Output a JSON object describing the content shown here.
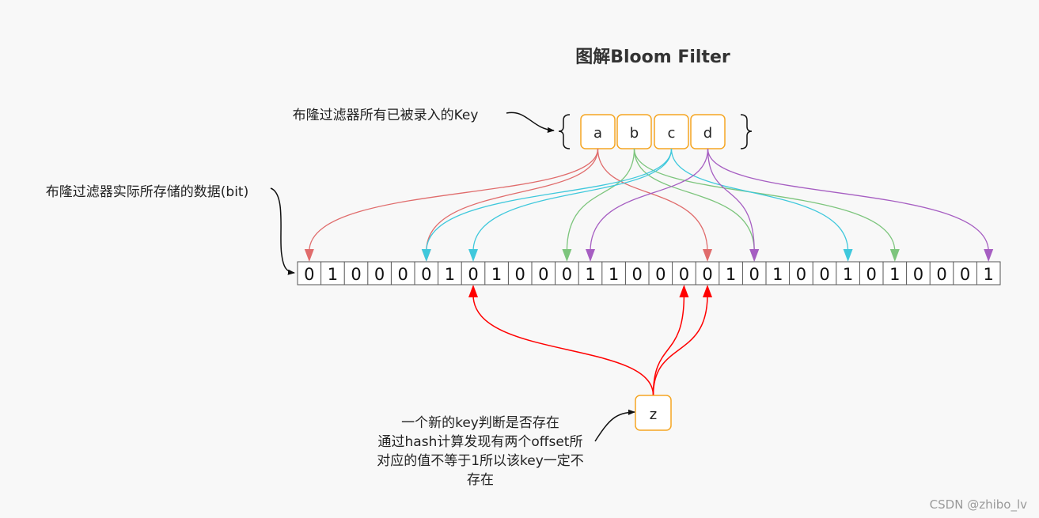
{
  "title": "图解Bloom Filter",
  "keys_note": "布隆过滤器所有已被录入的Key",
  "bits_note": "布隆过滤器实际所存储的数据(bit)",
  "keys": [
    "a",
    "b",
    "c",
    "d"
  ],
  "bits": [
    "0",
    "1",
    "0",
    "0",
    "0",
    "0",
    "1",
    "0",
    "1",
    "0",
    "0",
    "0",
    "1",
    "1",
    "0",
    "0",
    "0",
    "0",
    "1",
    "0",
    "1",
    "0",
    "0",
    "1",
    "0",
    "1",
    "0",
    "0",
    "0",
    "1"
  ],
  "query_key": "z",
  "query_note": [
    "一个新的key判断是否存在",
    "通过hash计算发现有两个offset所",
    "对应的值不等于1所以该key一定不",
    "存在"
  ],
  "watermark": "CSDN @zhibo_lv",
  "colors": {
    "a": "#e06c6c",
    "b": "#7dc57d",
    "c": "#3fc8dc",
    "d": "#a65ec2",
    "query_hit": "#2e8b2e",
    "query_miss": "#ff0000",
    "key_box_border": "#f5a623",
    "cell_border": "#555555"
  },
  "mappings": {
    "a": [
      1,
      6,
      18
    ],
    "b": [
      12,
      20,
      26
    ],
    "c": [
      6,
      8,
      24
    ],
    "d": [
      13,
      20,
      30
    ],
    "z": [
      8,
      17,
      18
    ]
  }
}
